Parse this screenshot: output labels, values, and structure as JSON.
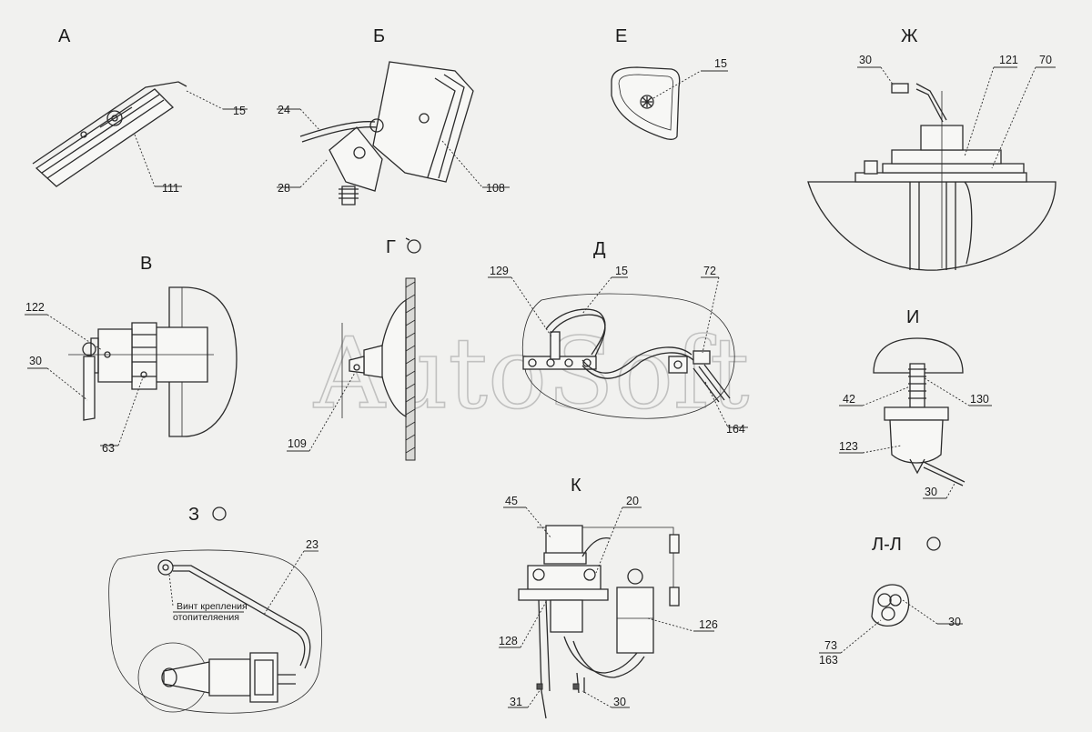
{
  "watermark": "AutoSoft",
  "views": {
    "A": {
      "label": "А",
      "callouts": [
        "15",
        "111"
      ]
    },
    "B": {
      "label": "Б",
      "callouts": [
        "24",
        "28",
        "108"
      ]
    },
    "E": {
      "label": "Е",
      "callouts": [
        "15"
      ]
    },
    "Zh": {
      "label": "Ж",
      "callouts": [
        "30",
        "121",
        "70"
      ]
    },
    "V": {
      "label": "В",
      "callouts": [
        "122",
        "30",
        "63"
      ]
    },
    "G": {
      "label": "Г",
      "callouts": [
        "109"
      ]
    },
    "D": {
      "label": "Д",
      "callouts": [
        "129",
        "15",
        "72",
        "164"
      ]
    },
    "I": {
      "label": "И",
      "callouts": [
        "42",
        "130",
        "123",
        "30"
      ]
    },
    "Z": {
      "label": "З",
      "callouts": [
        "23"
      ],
      "note_line1": "Винт крепления",
      "note_line2": "отопителяения"
    },
    "K": {
      "label": "К",
      "callouts": [
        "45",
        "20",
        "128",
        "126",
        "31",
        "30"
      ]
    },
    "L": {
      "label": "Л-Л",
      "callouts": [
        "30",
        "73",
        "163"
      ]
    }
  }
}
